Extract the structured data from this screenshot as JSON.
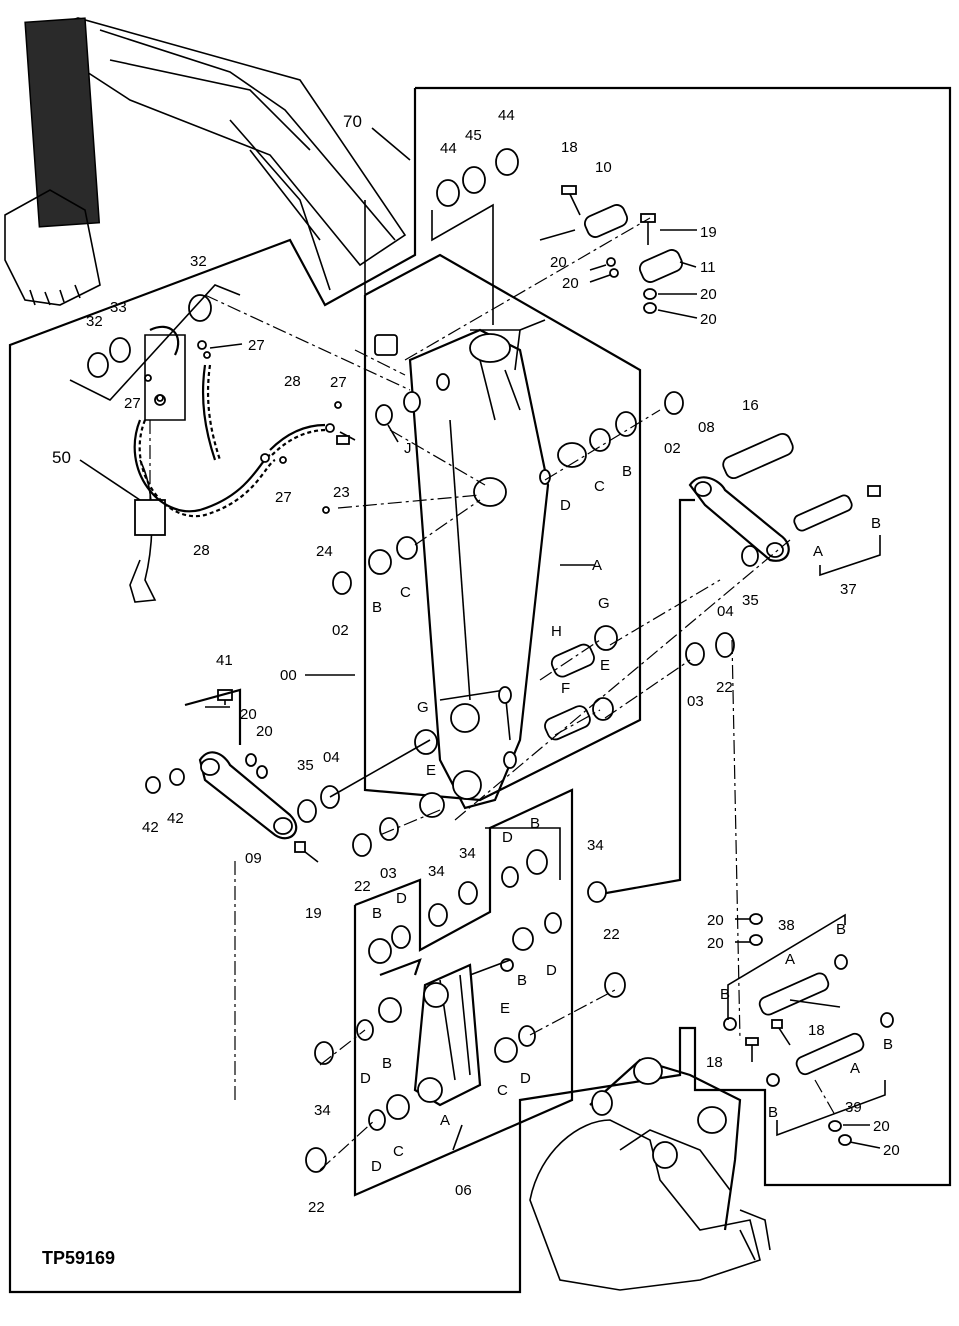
{
  "diagram_code": "TP59169",
  "callouts": {
    "c70": "70",
    "c44a": "44",
    "c45": "45",
    "c44b": "44",
    "c18a": "18",
    "c10": "10",
    "c19a": "19",
    "c11": "11",
    "c20a": "20",
    "c20b": "20",
    "c20c": "20",
    "c20d": "20",
    "c32a": "32",
    "c32b": "32",
    "c33": "33",
    "c27a": "27",
    "c27b": "27",
    "c27c": "27",
    "c27d": "27",
    "c28a": "28",
    "c28b": "28",
    "c50": "50",
    "c23": "23",
    "c24": "24",
    "cJ": "J",
    "c02a": "02",
    "c02b": "02",
    "cBa": "B",
    "cBb": "B",
    "cCa": "C",
    "cCb": "C",
    "cDa": "D",
    "cAa": "A",
    "c16": "16",
    "c08": "08",
    "c37": "37",
    "cAb": "A",
    "cBc": "B",
    "c04a": "04",
    "c35a": "35",
    "cGa": "G",
    "cH": "H",
    "cEa": "E",
    "cF": "F",
    "c03a": "03",
    "c22a": "22",
    "c00": "00",
    "c41": "41",
    "c20e": "20",
    "c20f": "20",
    "c42a": "42",
    "c42b": "42",
    "c35b": "35",
    "c04b": "04",
    "c09": "09",
    "c19b": "19",
    "cGb": "G",
    "cEb": "E",
    "c34a": "34",
    "c34b": "34",
    "c34c": "34",
    "c34d": "34",
    "c03b": "03",
    "c22b": "22",
    "cDb": "D",
    "cBd": "B",
    "cBe": "B",
    "cDc": "D",
    "cBf": "B",
    "cDd": "D",
    "cEc": "E",
    "cDe": "D",
    "cBg": "B",
    "cCc": "C",
    "cDf": "D",
    "cAc": "A",
    "cDg": "D",
    "cCd": "C",
    "c22c": "22",
    "c06": "06",
    "c22d": "22",
    "c20g": "20",
    "c20h": "20",
    "c38": "38",
    "cAd": "A",
    "cBh": "B",
    "cBi": "B",
    "c18b": "18",
    "c18c": "18",
    "cBj": "B",
    "cBk": "B",
    "cAe": "A",
    "c39": "39",
    "c20i": "20",
    "c20j": "20"
  }
}
